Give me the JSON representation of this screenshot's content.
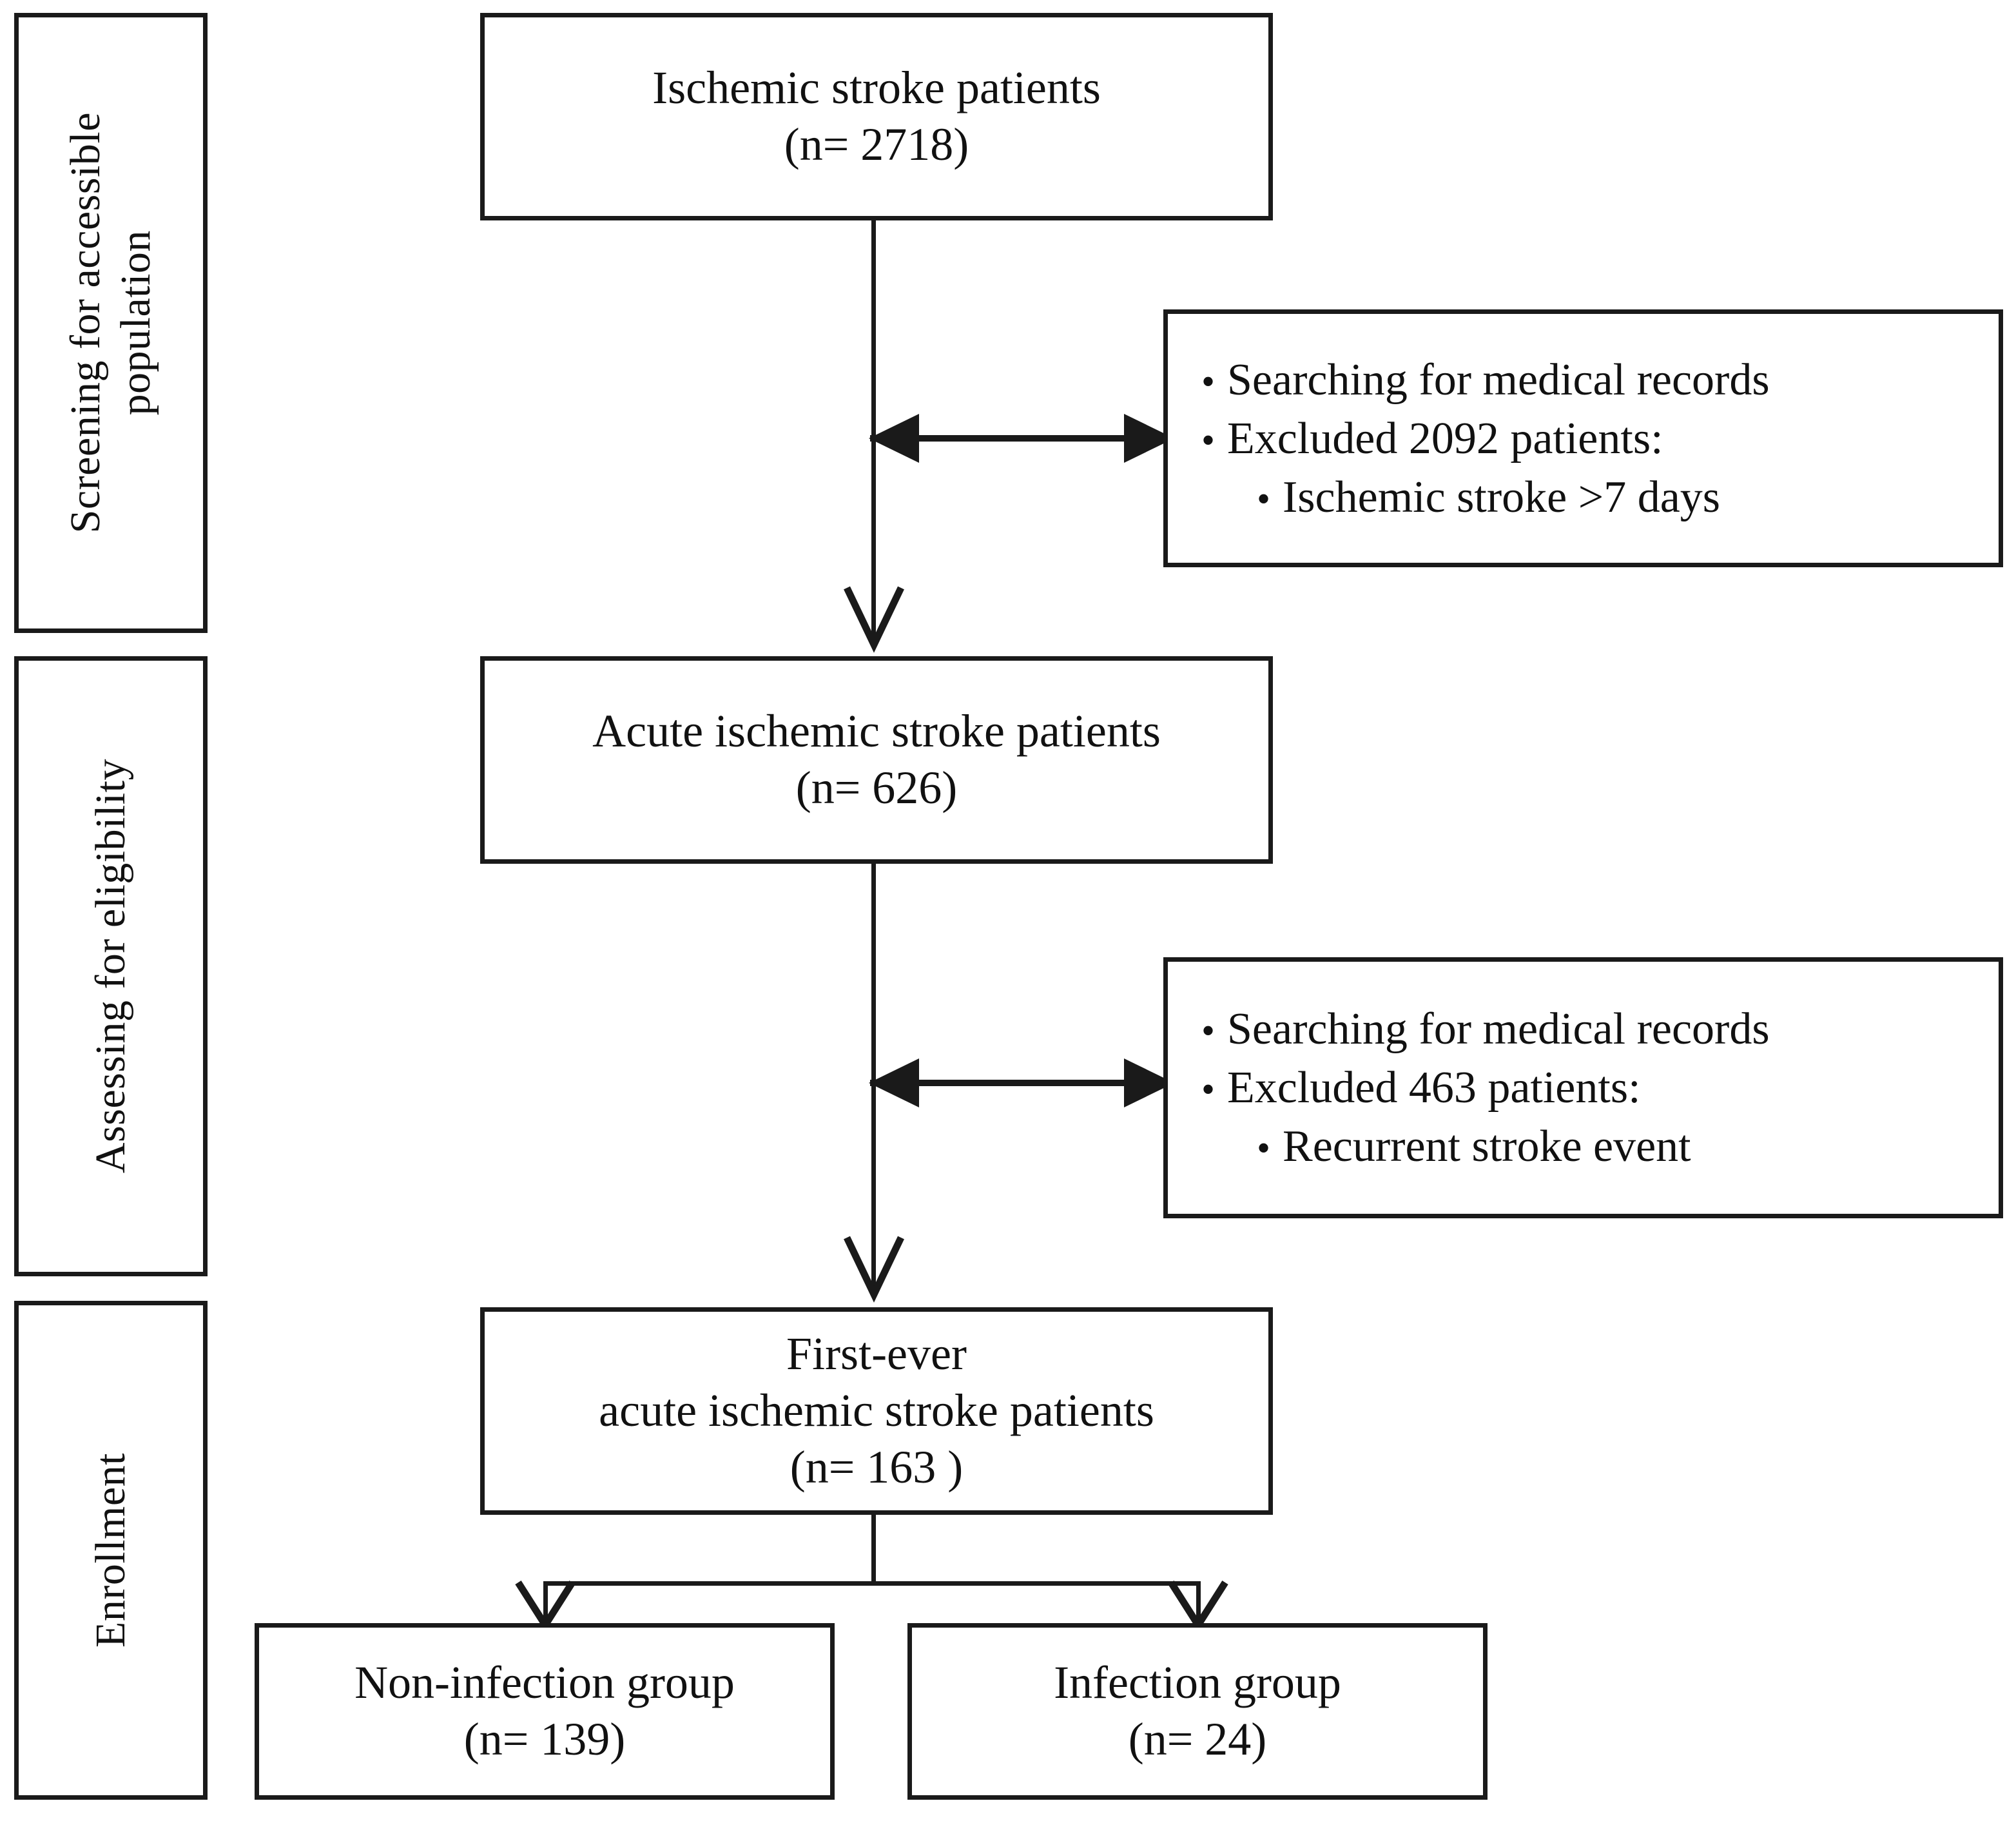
{
  "stages": [
    {
      "id": "screening",
      "label": "Screening for accessible\npopulation"
    },
    {
      "id": "eligibility",
      "label": "Assessing for eligibility"
    },
    {
      "id": "enrollment",
      "label": "Enrollment"
    }
  ],
  "flow_boxes": [
    {
      "id": "ischemic-stroke-patients",
      "lines": [
        "Ischemic stroke patients",
        "(n= 2718)"
      ],
      "count": 2718
    },
    {
      "id": "acute-ischemic-stroke-patients",
      "lines": [
        "Acute ischemic stroke patients",
        "(n= 626)"
      ],
      "count": 626
    },
    {
      "id": "first-ever-acute-ischemic-stroke-patients",
      "lines": [
        "First-ever",
        "acute ischemic stroke patients",
        "(n= 163 )"
      ],
      "count": 163
    },
    {
      "id": "non-infection-group",
      "lines": [
        "Non-infection group",
        "(n= 139)"
      ],
      "count": 139
    },
    {
      "id": "infection-group",
      "lines": [
        "Infection group",
        "(n= 24)"
      ],
      "count": 24
    }
  ],
  "exclusion_boxes": [
    {
      "id": "exclusion-1",
      "bullets": [
        {
          "text": "Searching for medical records",
          "level": 1,
          "marker": "•"
        },
        {
          "text": "Excluded 2092 patients:",
          "level": 1,
          "marker": "•"
        },
        {
          "text": "Ischemic stroke >7 days",
          "level": 2,
          "marker": "•"
        }
      ],
      "excluded_count": 2092
    },
    {
      "id": "exclusion-2",
      "bullets": [
        {
          "text": "Searching for medical records",
          "level": 1,
          "marker": "•"
        },
        {
          "text": "Excluded 463 patients:",
          "level": 1,
          "marker": "•"
        },
        {
          "text": "Recurrent stroke event",
          "level": 2,
          "marker": "•"
        }
      ],
      "excluded_count": 463
    }
  ],
  "colors": {
    "stroke": "#1a1a1a",
    "background": "#ffffff",
    "text": "#111111"
  }
}
